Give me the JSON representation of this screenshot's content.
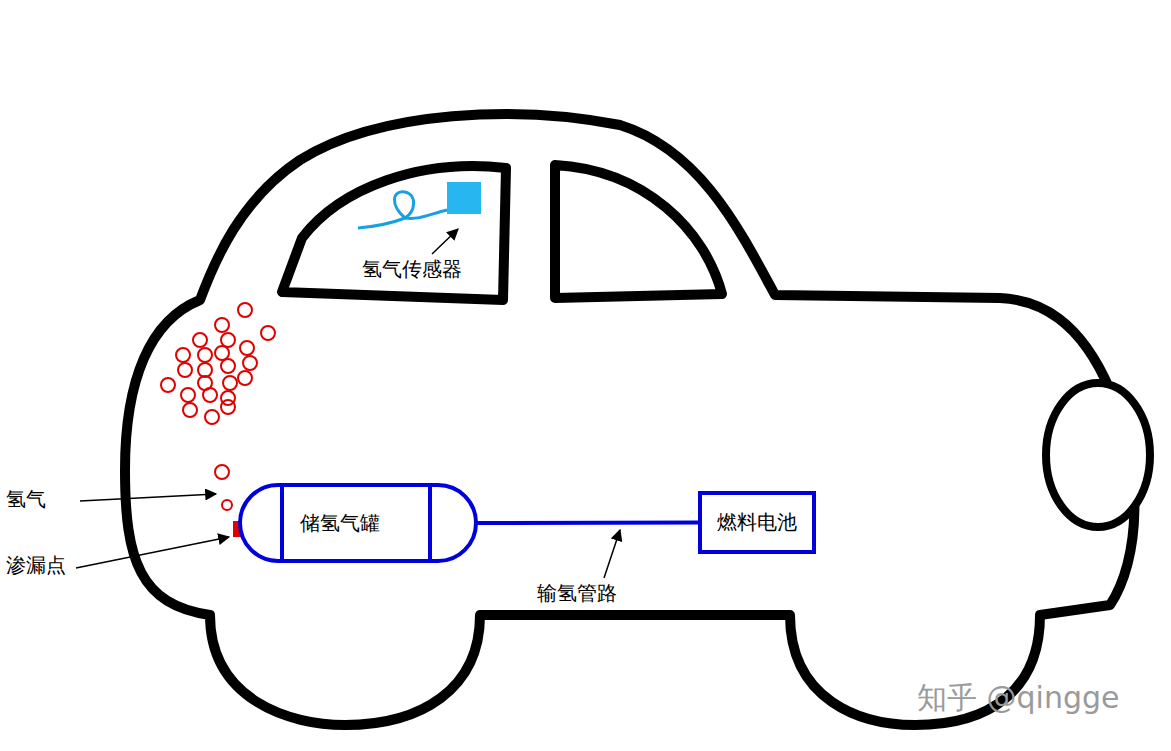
{
  "diagram": {
    "nodes": [
      {
        "text": [
          "储氢气罐"
        ]
      },
      {
        "text": [
          "燃料电池"
        ]
      }
    ],
    "edges": [
      {
        "from": 0,
        "to": 1,
        "arrow": "none"
      }
    ],
    "labels": [
      "氢气传感器",
      "氢气",
      "渗漏点",
      "输氢管路",
      "知乎 @qingge"
    ]
  }
}
